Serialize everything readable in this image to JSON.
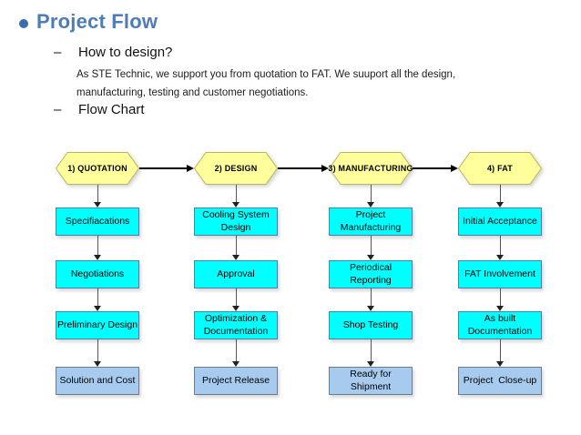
{
  "slide": {
    "title_bullet": "●",
    "title": "Project Flow",
    "bullets": [
      {
        "marker": "–",
        "heading": "How to design?",
        "body": "As STE Technic, we support you from quotation to FAT. We suuport all the design,\nmanufacturing, testing and customer negotiations."
      },
      {
        "marker": "–",
        "heading": "Flow Chart"
      }
    ]
  },
  "colors": {
    "title_text": "#4d7cb7",
    "title_bullet": "#3a6cae",
    "hex_fill": "#ffff9b",
    "hex_border": "#b6b65c",
    "step_fill": "#00ffff",
    "step_border": "#4d7ea8",
    "final_fill": "#a6cbee",
    "final_border": "#6d7b8d",
    "stage_arrow": "#000000",
    "connector_line": "#555555"
  },
  "flowchart": {
    "columns": [
      {
        "header": "1) QUOTATION",
        "steps": [
          "Specifiacations",
          "Negotiations",
          "Preliminary Design",
          "Solution and Cost"
        ]
      },
      {
        "header": "2) DESIGN",
        "steps": [
          "Cooling System\nDesign",
          "Approval",
          "Optimization &\nDocumentation",
          "Project Release"
        ]
      },
      {
        "header": "3) MANUFACTURING",
        "steps": [
          "Project\nManufacturing",
          "Periodical\nReporting",
          "Shop Testing",
          "Ready for Shipment"
        ]
      },
      {
        "header": "4) FAT",
        "steps": [
          "Initial Acceptance",
          "FAT Involvement",
          "As built\nDocumentation",
          "Project  Close-up"
        ]
      }
    ]
  }
}
